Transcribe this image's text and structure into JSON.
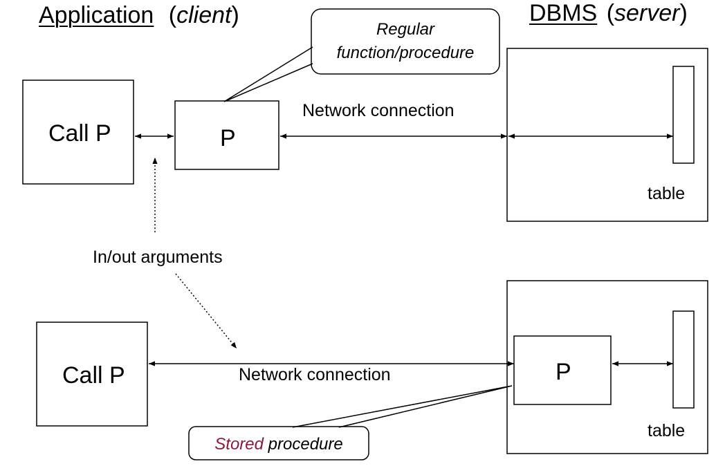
{
  "headers": {
    "client_label": "Application",
    "client_role": "client",
    "server_label": "DBMS",
    "server_role": "server"
  },
  "top": {
    "caller_label": "Call P",
    "procedure_label": "P",
    "network_label": "Network connection",
    "table_label": "table",
    "callout_line1": "Regular",
    "callout_line2": "function/procedure"
  },
  "middle": {
    "args_label": "In/out arguments"
  },
  "bottom": {
    "caller_label": "Call P",
    "procedure_label": "P",
    "network_label": "Network connection",
    "table_label": "table",
    "callout_accent": "Stored",
    "callout_rest": "procedure"
  },
  "colors": {
    "stroke": "#000000",
    "accent": "#8b1a3a"
  }
}
